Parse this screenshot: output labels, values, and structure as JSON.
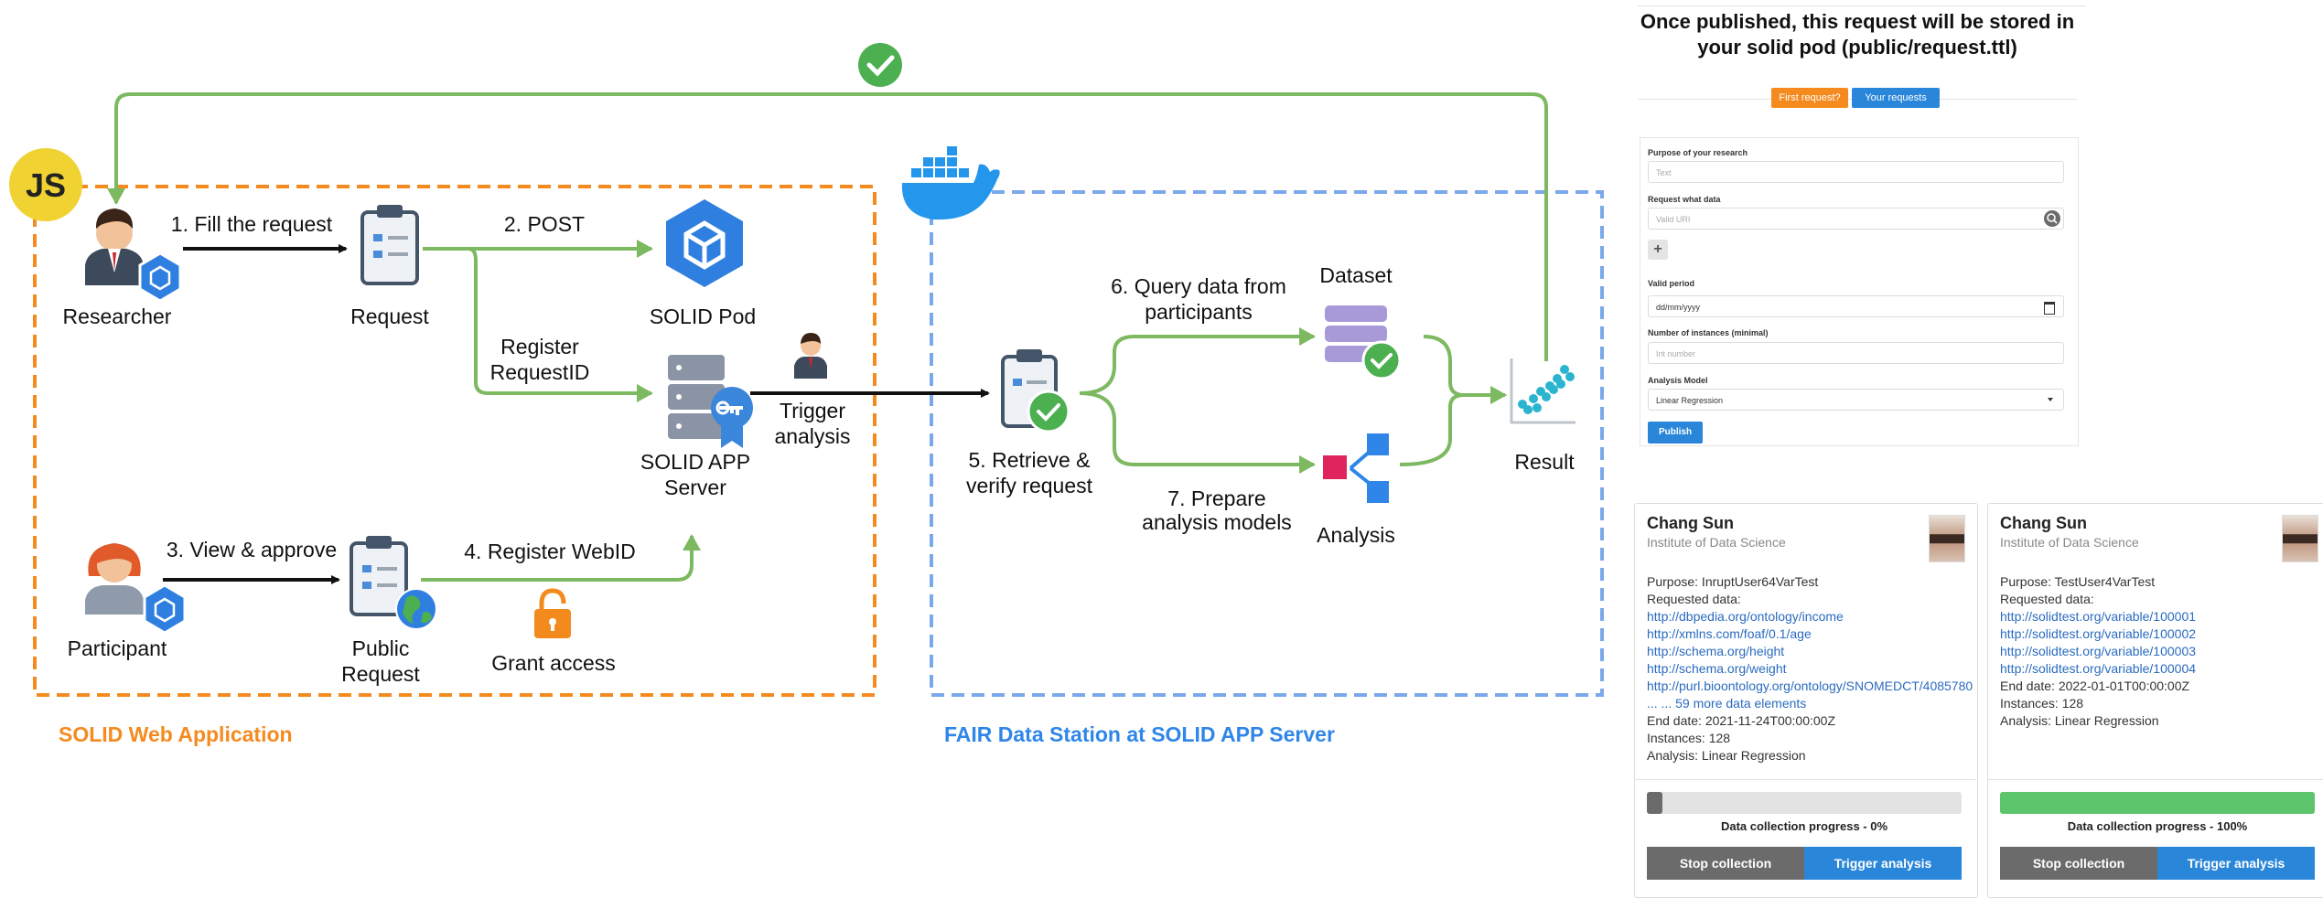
{
  "diagram": {
    "left_frame_title": "SOLID Web Application",
    "right_frame_title": "FAIR Data Station at SOLID APP Server",
    "js_badge": "JS",
    "nodes": {
      "researcher": "Researcher",
      "request": "Request",
      "solid_pod": "SOLID Pod",
      "solid_app_server": [
        "SOLID APP",
        "Server"
      ],
      "participant": "Participant",
      "public_request": [
        "Public",
        "Request"
      ],
      "grant_access": "Grant access",
      "retrieve_verify": [
        "5. Retrieve &",
        "verify request"
      ],
      "dataset": "Dataset",
      "analysis": "Analysis",
      "result": "Result"
    },
    "edges": {
      "fill_request": "1. Fill the request",
      "post": "2. POST",
      "register_requestid": [
        "Register",
        "RequestID"
      ],
      "trigger_analysis": [
        "Trigger",
        "analysis"
      ],
      "view_approve": "3. View & approve",
      "register_webid": "4. Register WebID",
      "query_data": [
        "6. Query data from",
        "participants"
      ],
      "prepare_models": [
        "7. Prepare",
        "analysis models"
      ]
    },
    "colors": {
      "orange": "#f58a1f",
      "blue": "#2f86e8",
      "green": "#7db960",
      "black": "#111111"
    }
  },
  "form": {
    "title_line1": "Once published, this request will be stored in",
    "title_line2": "your solid pod (public/request.ttl)",
    "first_request_btn": "First request?",
    "your_requests_btn": "Your requests",
    "purpose_label": "Purpose of your research",
    "purpose_placeholder": "Text",
    "request_data_label": "Request what data",
    "request_data_placeholder": "Valid URI",
    "add_btn": "+",
    "valid_period_label": "Valid period",
    "valid_period_placeholder": "dd/mm/yyyy",
    "instances_label": "Number of instances (minimal)",
    "instances_placeholder": "Int number",
    "analysis_model_label": "Analysis Model",
    "analysis_model_value": "Linear Regression",
    "publish_btn": "Publish"
  },
  "cards": [
    {
      "name": "Chang Sun",
      "institute": "Institute of Data Science",
      "purpose": "Purpose: InruptUser64VarTest",
      "requested_label": "Requested data:",
      "links": [
        "http://dbpedia.org/ontology/income",
        "http://xmlns.com/foaf/0.1/age",
        "http://schema.org/height",
        "http://schema.org/weight",
        "http://purl.bioontology.org/ontology/SNOMEDCT/4085780"
      ],
      "more": "... ... 59 more data elements",
      "end_date": "End date: 2021-11-24T00:00:00Z",
      "instances": "Instances: 128",
      "analysis": "Analysis: Linear Regression",
      "progress": 0.05,
      "progress_label": "Data collection progress - 0%",
      "stop_btn": "Stop collection",
      "trigger_btn": "Trigger analysis"
    },
    {
      "name": "Chang Sun",
      "institute": "Institute of Data Science",
      "purpose": "Purpose: TestUser4VarTest",
      "requested_label": "Requested data:",
      "links": [
        "http://solidtest.org/variable/100001",
        "http://solidtest.org/variable/100002",
        "http://solidtest.org/variable/100003",
        "http://solidtest.org/variable/100004"
      ],
      "end_date": "End date: 2022-01-01T00:00:00Z",
      "instances": "Instances: 128",
      "analysis": "Analysis: Linear Regression",
      "progress": 1.0,
      "progress_label": "Data collection progress - 100%",
      "stop_btn": "Stop collection",
      "trigger_btn": "Trigger analysis"
    }
  ]
}
